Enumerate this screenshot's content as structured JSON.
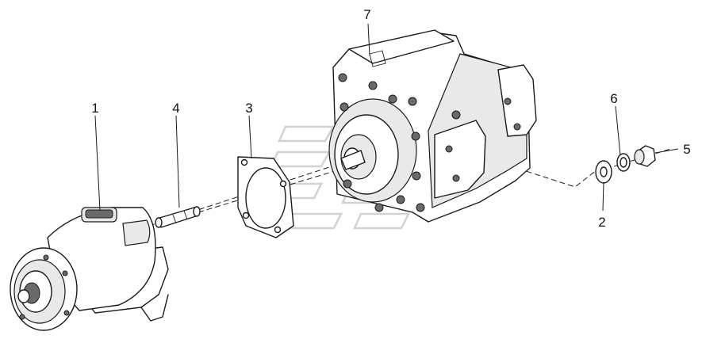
{
  "callouts": [
    {
      "id": "callout-1",
      "label": "1"
    },
    {
      "id": "callout-2",
      "label": "2"
    },
    {
      "id": "callout-3",
      "label": "3"
    },
    {
      "id": "callout-4",
      "label": "4"
    },
    {
      "id": "callout-5",
      "label": "5"
    },
    {
      "id": "callout-6",
      "label": "6"
    },
    {
      "id": "callout-7",
      "label": "7"
    }
  ]
}
